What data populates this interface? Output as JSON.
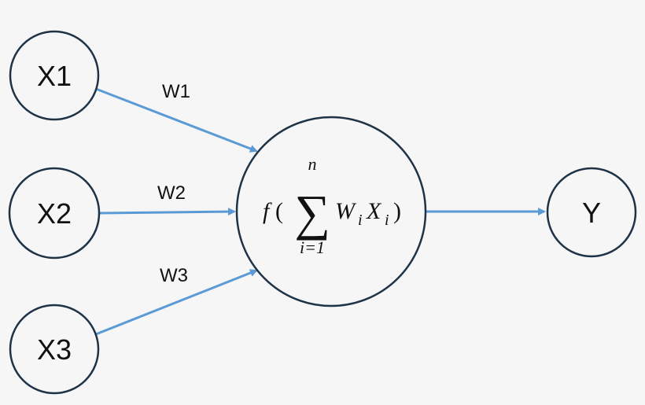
{
  "colors": {
    "background": "#f6f6f6",
    "node_stroke": "#1f3347",
    "edge": "#5b9bd5",
    "text": "#111111"
  },
  "inputs": [
    {
      "label": "X1",
      "weight": "W1"
    },
    {
      "label": "X2",
      "weight": "W2"
    },
    {
      "label": "X3",
      "weight": "W3"
    }
  ],
  "neuron": {
    "func": "f",
    "open_paren": "(",
    "sum_symbol": "∑",
    "upper_limit": "n",
    "lower_limit": "i=1",
    "weight_var": "W",
    "weight_sub": "i",
    "input_var": "X",
    "input_sub": "i",
    "close_paren": ")"
  },
  "output": {
    "label": "Y"
  }
}
